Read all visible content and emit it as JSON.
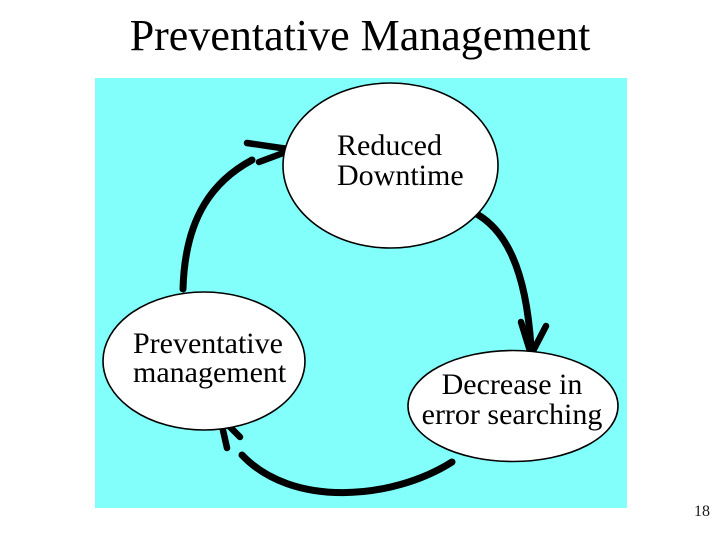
{
  "slide": {
    "title": "Preventative Management",
    "page_number": "18"
  },
  "colors": {
    "slide_background": "#ffffff",
    "diagram_background": "#82fffa",
    "ink": "#000000"
  },
  "diagram": {
    "type": "cycle",
    "nodes": [
      {
        "id": "reduced-downtime",
        "lines": [
          "Reduced",
          "Downtime"
        ]
      },
      {
        "id": "preventative-management",
        "lines": [
          "Preventative",
          "management"
        ]
      },
      {
        "id": "decrease-error-searching",
        "lines": [
          "Decrease in",
          "error searching"
        ]
      }
    ],
    "edges": [
      {
        "from": "preventative-management",
        "to": "reduced-downtime"
      },
      {
        "from": "reduced-downtime",
        "to": "decrease-error-searching"
      },
      {
        "from": "decrease-error-searching",
        "to": "preventative-management"
      }
    ]
  }
}
